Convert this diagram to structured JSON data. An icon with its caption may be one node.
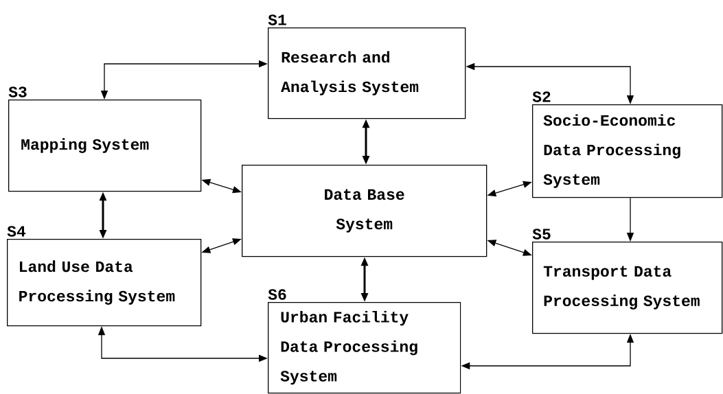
{
  "diagram": {
    "nodes": [
      {
        "text": [
          "S1",
          "Research and Analysis System"
        ]
      },
      {
        "text": [
          "S3",
          "Mapping System"
        ]
      },
      {
        "text": [
          "S2",
          "Socio-Economic Data Processing System"
        ]
      },
      {
        "text": [
          "Data Base System"
        ]
      },
      {
        "text": [
          "S4",
          "Land Use Data Processing System"
        ]
      },
      {
        "text": [
          "S5",
          "Transport Data Processing System"
        ]
      },
      {
        "text": [
          "S6",
          "Urban Facility Data Processing System"
        ]
      }
    ],
    "edges": [
      {
        "from": 1,
        "to": 0,
        "arrow": "both"
      },
      {
        "from": 0,
        "to": 2,
        "arrow": "both"
      },
      {
        "from": 0,
        "to": 3,
        "arrow": "both",
        "style": "thick"
      },
      {
        "from": 1,
        "to": 3,
        "arrow": "both"
      },
      {
        "from": 2,
        "to": 3,
        "arrow": "both"
      },
      {
        "from": 1,
        "to": 4,
        "arrow": "both",
        "style": "thick"
      },
      {
        "from": 4,
        "to": 3,
        "arrow": "both"
      },
      {
        "from": 3,
        "to": 5,
        "arrow": "both"
      },
      {
        "from": 2,
        "to": 5,
        "arrow": "to"
      },
      {
        "from": 3,
        "to": 6,
        "arrow": "both",
        "style": "thick"
      },
      {
        "from": 4,
        "to": 6,
        "arrow": "both"
      },
      {
        "from": 6,
        "to": 5,
        "arrow": "both"
      }
    ]
  }
}
